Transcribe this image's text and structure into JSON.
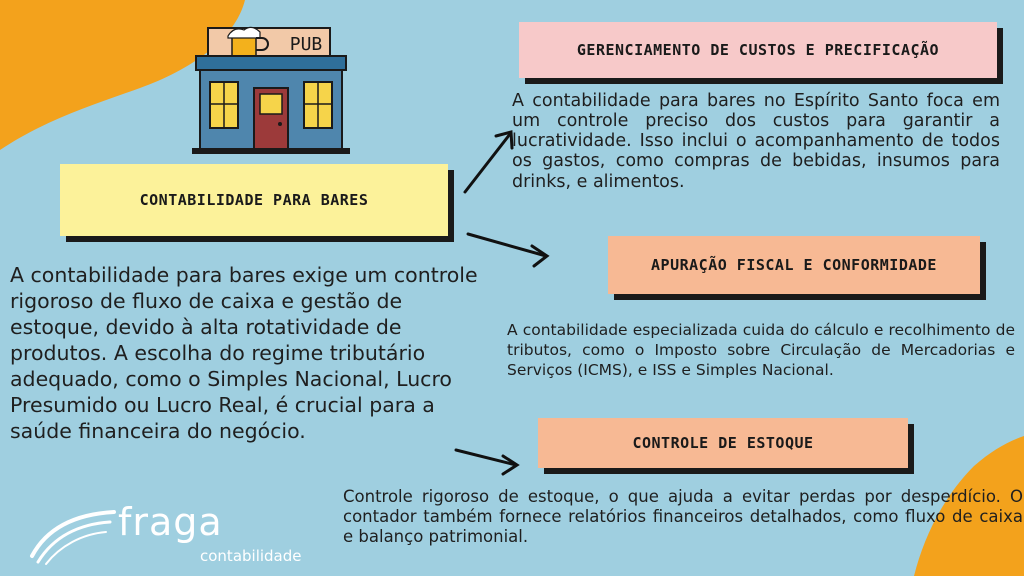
{
  "main": {
    "title": "CONTABILIDADE PARA BARES",
    "text": "A contabilidade para bares exige um controle rigoroso de fluxo de caixa e gestão de estoque, devido à alta rotatividade de produtos. A escolha do regime tributário adequado, como o Simples Nacional, Lucro Presumido ou Lucro Real, é crucial para a saúde financeira do negócio."
  },
  "branches": [
    {
      "title": "GERENCIAMENTO DE CUSTOS E PRECIFICAÇÃO",
      "text": "A contabilidade para bares no Espírito Santo foca em um controle preciso dos custos para garantir a lucratividade. Isso inclui o acompanhamento de todos os gastos, como compras de bebidas, insumos para drinks, e alimentos."
    },
    {
      "title": "APURAÇÃO FISCAL E CONFORMIDADE",
      "text": "A contabilidade especializada cuida do cálculo e recolhimento de tributos, como o Imposto sobre Circulação de Mercadorias e Serviços (ICMS), e ISS e Simples Nacional."
    },
    {
      "title": "CONTROLE DE ESTOQUE",
      "text": "Controle rigoroso de estoque, o que ajuda a evitar perdas por desperdício. O contador também fornece relatórios financeiros detalhados, como fluxo de caixa e balanço patrimonial."
    }
  ],
  "pub_sign": "PUB",
  "logo": {
    "name": "fraga",
    "subtitle": "contabilidade"
  },
  "colors": {
    "background": "#9fcfe0",
    "accent_orange": "#f3a21c",
    "title_yellow": "#fcf29a",
    "box_pink": "#f7c9c9",
    "box_peach": "#f7b994"
  },
  "icons": [
    "pub-building-icon",
    "beer-mug-icon",
    "fraga-logo-icon",
    "arrow-icon"
  ]
}
